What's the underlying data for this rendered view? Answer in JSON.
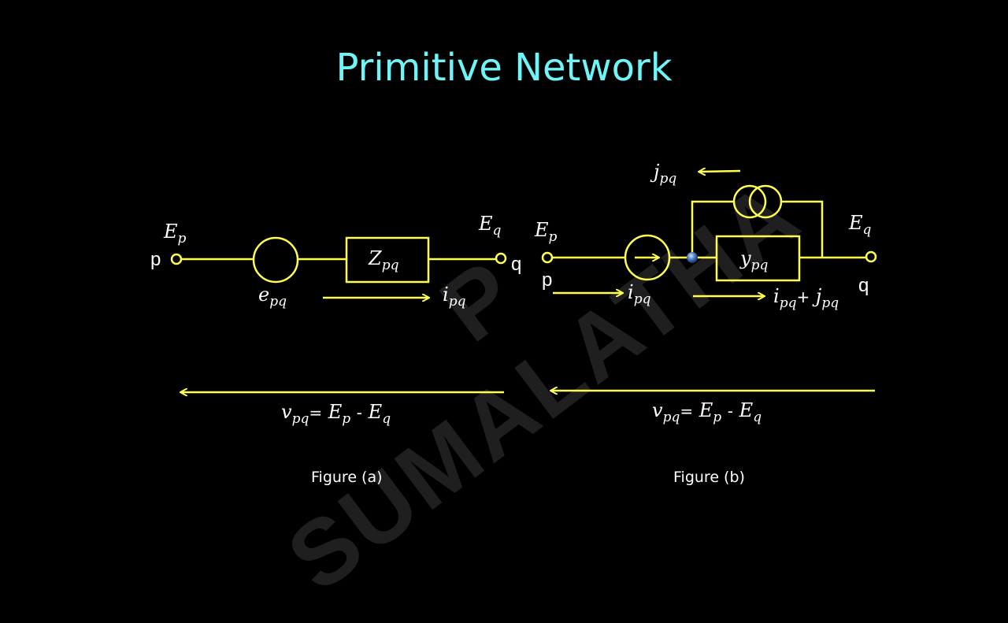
{
  "title": "Primitive Network",
  "watermark": "P SUMALATHA",
  "figure_a": {
    "caption": "Figure (a)",
    "node_p": "p",
    "node_q": "q",
    "voltage_p": {
      "base": "E",
      "sub": "p"
    },
    "voltage_q": {
      "base": "E",
      "sub": "q"
    },
    "source": {
      "base": "e",
      "sub": "pq"
    },
    "impedance": {
      "base": "Z",
      "sub": "pq"
    },
    "current": {
      "base": "i",
      "sub": "pq"
    },
    "equation": {
      "lhs": "v",
      "lhs_sub": "pq",
      "eq": "=",
      "a": "E",
      "a_sub": "p",
      "minus": "-",
      "b": "E",
      "b_sub": "q"
    }
  },
  "figure_b": {
    "caption": "Figure (b)",
    "node_p": "p",
    "node_q": "q",
    "voltage_p": {
      "base": "E",
      "sub": "p"
    },
    "voltage_q": {
      "base": "E",
      "sub": "q"
    },
    "source_current": {
      "base": "j",
      "sub": "pq"
    },
    "admittance": {
      "base": "y",
      "sub": "pq"
    },
    "current": {
      "base": "i",
      "sub": "pq"
    },
    "branch_current": {
      "a": "i",
      "a_sub": "pq",
      "plus": "+",
      "b": "j",
      "b_sub": "pq"
    },
    "equation": {
      "lhs": "v",
      "lhs_sub": "pq",
      "eq": "=",
      "a": "E",
      "a_sub": "p",
      "minus": "-",
      "b": "E",
      "b_sub": "q"
    }
  },
  "colors": {
    "title": "#6ff4f7",
    "wire": "#ffff4d",
    "text": "#ffffff",
    "background": "#000000",
    "watermark": "#6e6e6e"
  }
}
